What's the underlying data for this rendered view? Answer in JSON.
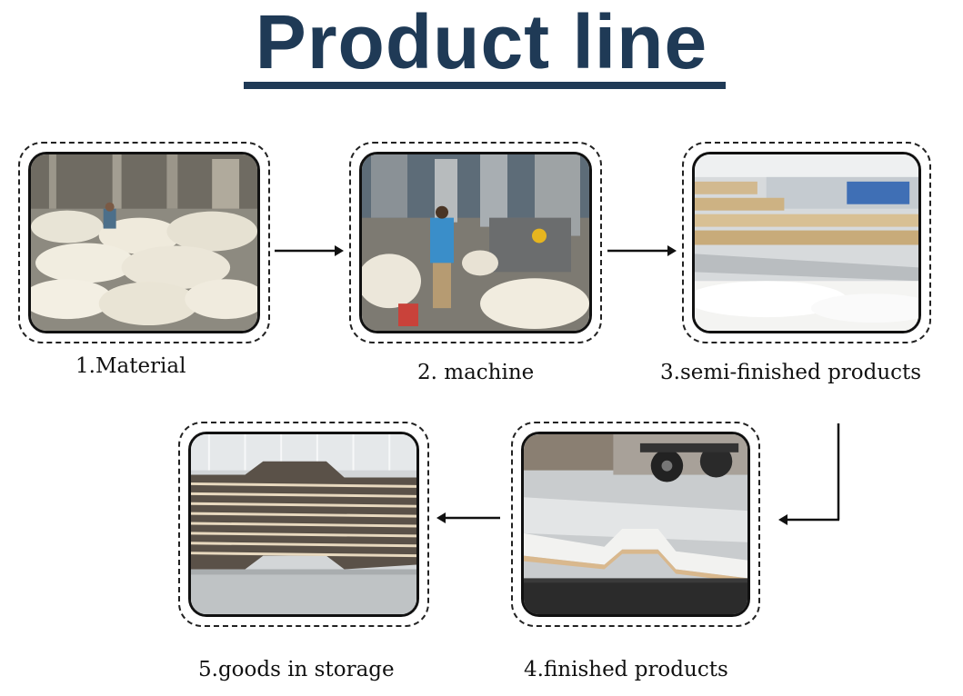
{
  "title": "Product line",
  "colors": {
    "title": "#1f3a56",
    "frame": "#222222"
  },
  "steps": [
    {
      "label": "1.Material",
      "scene": "material-warehouse-photo"
    },
    {
      "label": "2. machine",
      "scene": "factory-worker-photo"
    },
    {
      "label": "3.semi-finished products",
      "scene": "extruded-profiles-photo"
    },
    {
      "label": "4.finished products",
      "scene": "corrugated-sheet-photo"
    },
    {
      "label": "5.goods in storage",
      "scene": "stacked-sheets-photo"
    }
  ],
  "arrows": [
    {
      "from": 1,
      "to": 2,
      "direction": "right"
    },
    {
      "from": 2,
      "to": 3,
      "direction": "right"
    },
    {
      "from": 3,
      "to": 4,
      "direction": "down-left"
    },
    {
      "from": 4,
      "to": 5,
      "direction": "left"
    }
  ]
}
